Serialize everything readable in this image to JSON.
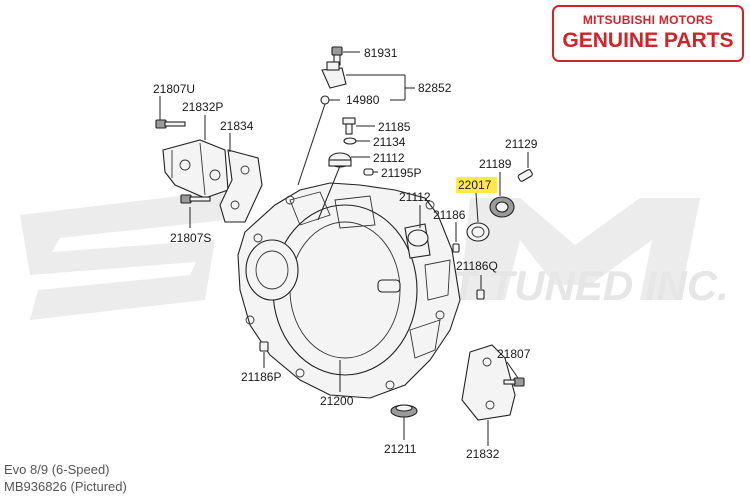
{
  "brand": {
    "line1": "MITSUBISHI MOTORS",
    "line2": "GENUINE PARTS",
    "color": "#d2232a"
  },
  "watermark": {
    "brand_logo": "SM",
    "text": "STREET TUNED INC.",
    "color": "#e8e8e8"
  },
  "highlight_color": "#ffe94d",
  "parts": {
    "p81931": "81931",
    "p82852": "82852",
    "p14980": "14980",
    "p21807U": "21807U",
    "p21832P": "21832P",
    "p21834": "21834",
    "p21185": "21185",
    "p21134": "21134",
    "p21112a": "21112",
    "p21195P": "21195P",
    "p21129": "21129",
    "p21189": "21189",
    "p22017": "22017",
    "p21112b": "21112",
    "p21186": "21186",
    "p21807S": "21807S",
    "p21186Q": "21186Q",
    "p21807": "21807",
    "p21186P": "21186P",
    "p21200": "21200",
    "p21211": "21211",
    "p21832": "21832"
  },
  "caption": {
    "line1": "Evo 8/9 (6-Speed)",
    "line2": "MB936826  (Pictured)"
  }
}
